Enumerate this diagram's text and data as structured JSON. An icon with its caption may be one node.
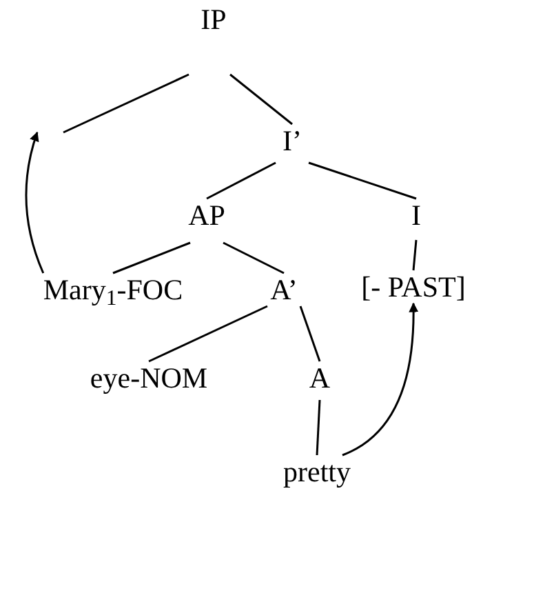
{
  "diagram": {
    "nodes": [
      {
        "text": [
          "IP"
        ]
      },
      {
        "text": [
          "I’"
        ]
      },
      {
        "text": [
          "AP"
        ]
      },
      {
        "text": [
          "I"
        ]
      },
      {
        "text": [
          "[- PAST]"
        ]
      },
      {
        "text": [
          "Mary$_{1}$-FOC"
        ]
      },
      {
        "text": [
          "A’"
        ]
      },
      {
        "text": [
          "eye-NOM"
        ]
      },
      {
        "text": [
          "A"
        ]
      },
      {
        "text": [
          "pretty"
        ]
      }
    ],
    "edges": [
      {
        "from": 0,
        "to": null,
        "arrow": "none"
      },
      {
        "from": 0,
        "to": 1,
        "arrow": "none"
      },
      {
        "from": 1,
        "to": 2,
        "arrow": "none"
      },
      {
        "from": 1,
        "to": 3,
        "arrow": "none"
      },
      {
        "from": 3,
        "to": 4,
        "arrow": "none"
      },
      {
        "from": 2,
        "to": 5,
        "arrow": "none"
      },
      {
        "from": 2,
        "to": 6,
        "arrow": "none"
      },
      {
        "from": 6,
        "to": 7,
        "arrow": "none"
      },
      {
        "from": 6,
        "to": 8,
        "arrow": "none"
      },
      {
        "from": 8,
        "to": 9,
        "arrow": "none"
      },
      {
        "from": 5,
        "to": null,
        "arrow": "to"
      },
      {
        "from": 9,
        "to": 4,
        "arrow": "to"
      }
    ]
  }
}
